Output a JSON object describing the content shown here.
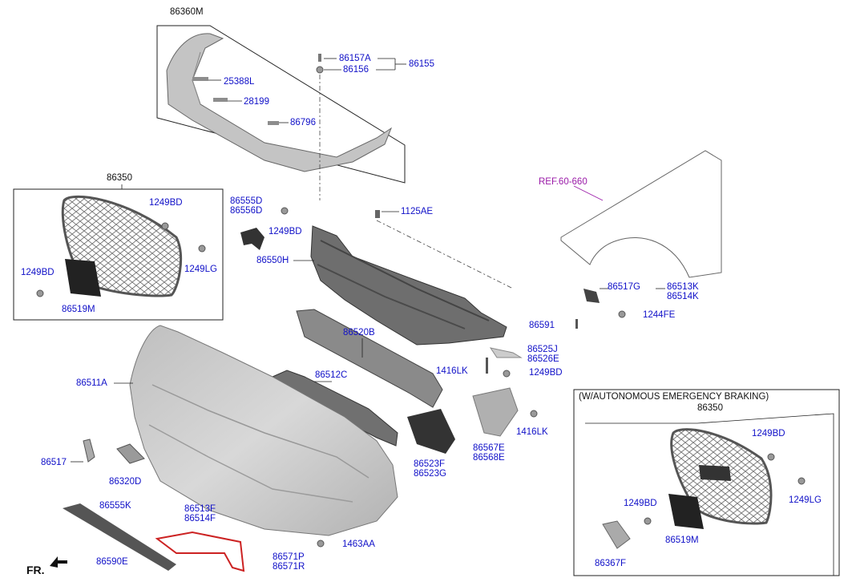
{
  "labels": {
    "p86360M": "86360M",
    "p86157A": "86157A",
    "p86155": "86155",
    "p86156": "86156",
    "p25388L": "25388L",
    "p28199": "28199",
    "p86796": "86796",
    "p86350_main": "86350",
    "p1249BD_a": "1249BD",
    "p1249BD_b": "1249BD",
    "p1249LG_a": "1249LG",
    "p86519M_a": "86519M",
    "p86555D": "86555D\n86556D",
    "p1249BD_c": "1249BD",
    "p86550H": "86550H",
    "p1125AE": "1125AE",
    "p86520B": "86520B",
    "p86525J": "86525J\n86526E",
    "p1416LK_a": "1416LK",
    "p1249BD_d": "1249BD",
    "p86511A": "86511A",
    "p86512C": "86512C",
    "p86517": "86517",
    "p86320D": "86320D",
    "p86523F": "86523F\n86523G",
    "p86567E": "86567E\n86568E",
    "p1416LK_b": "1416LK",
    "p86555K": "86555K",
    "p86513F": "86513F\n86514F",
    "p86590E": "86590E",
    "p86571P": "86571P\n86571R",
    "p1463AA": "1463AA",
    "p86517G": "86517G",
    "p86513K": "86513K\n86514K",
    "p86591": "86591",
    "p1244FE": "1244FE",
    "p86350_aeb": "86350",
    "p1249BD_e": "1249BD",
    "p1249LG_b": "1249LG",
    "p1249BD_f": "1249BD",
    "p86519M_b": "86519M",
    "p86367F": "86367F"
  },
  "ref_label": "REF.60-660",
  "aeb_title": "(W/AUTONOMOUS EMERGENCY BRAKING)",
  "front_marker": "FR.",
  "colors": {
    "label": "#1010c8",
    "ref": "#9a1aa8",
    "part": "#c9c9c9"
  }
}
